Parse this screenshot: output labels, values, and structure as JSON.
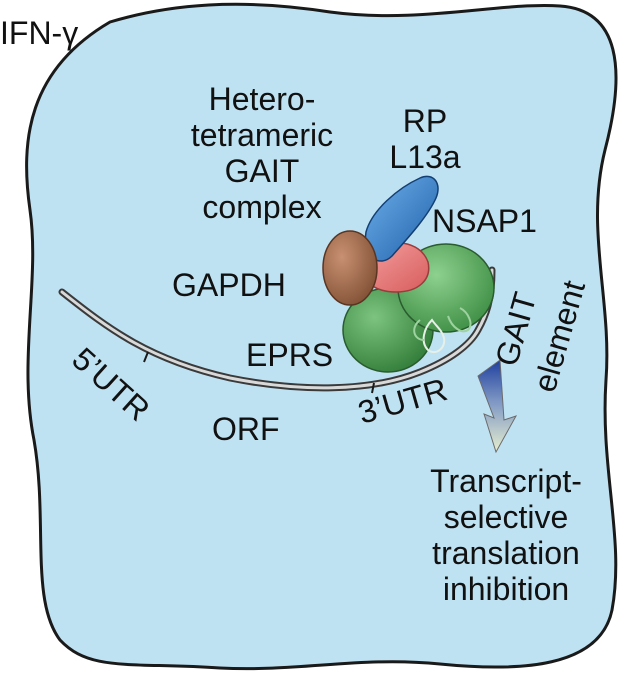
{
  "stimulus": "IFN-γ",
  "complex": {
    "title_lines": [
      "Hetero-",
      "tetrameric",
      "GAIT",
      "complex"
    ]
  },
  "proteins": {
    "rp_l13a_lines": [
      "RP",
      "L13a"
    ],
    "nsap1": "NSAP1",
    "gapdh": "GAPDH",
    "eprs": "EPRS"
  },
  "mrna": {
    "utr5": "5’UTR",
    "orf": "ORF",
    "utr3": "3’UTR",
    "gait_element_lines": [
      "GAIT",
      "element"
    ]
  },
  "outcome": {
    "lines": [
      "Transcript-",
      "selective",
      "translation",
      "inhibition"
    ]
  },
  "colors": {
    "cell_fill": "#bfe2f3",
    "cell_outline": "#1a1a1a",
    "rp_l13a": "#2f7cc4",
    "nsap1": "#e87c7c",
    "gapdh": "#a8704f",
    "eprs": "#5aa55e",
    "mrna": "#7a7a7a",
    "arrow_top": "#1f3f9e",
    "arrow_bottom": "#dfe8c8"
  }
}
